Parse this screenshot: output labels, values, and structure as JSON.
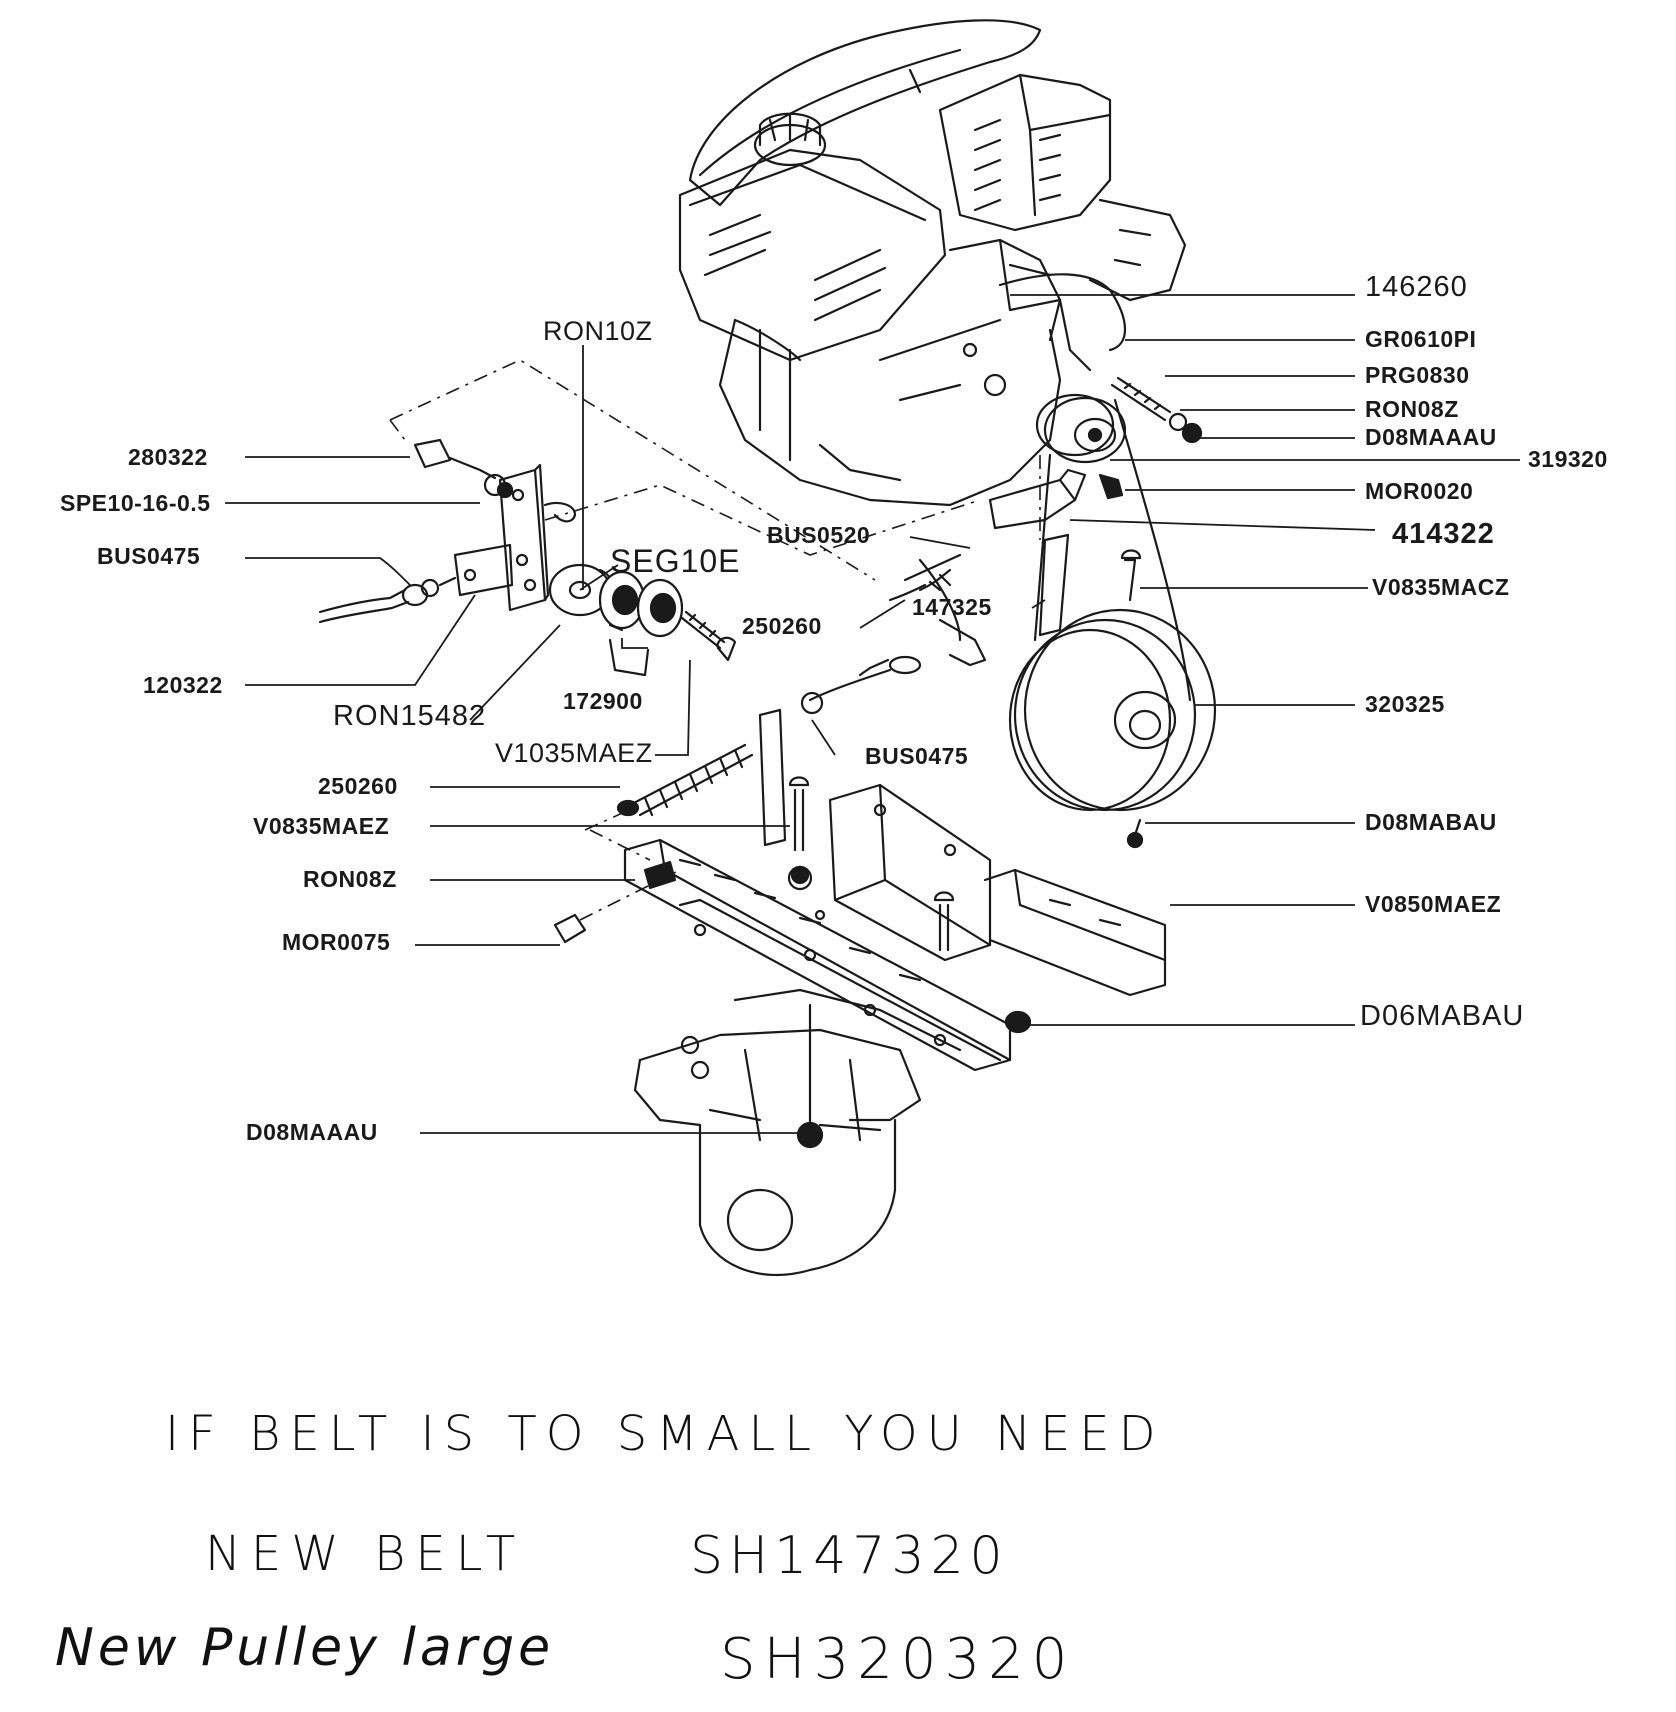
{
  "labels": {
    "l146260": "146260",
    "gr0610pi": "GR0610PI",
    "prg0830": "PRG0830",
    "ron08z_top": "RON08Z",
    "d08maaau_top": "D08MAAAU",
    "l319320": "319320",
    "mor0020": "MOR0020",
    "l414322": "414322",
    "v0835macz": "V0835MACZ",
    "l320325": "320325",
    "d08mabau": "D08MABAU",
    "v0850maez": "V0850MAEZ",
    "d06mabau": "D06MABAU",
    "ron10z": "RON10Z",
    "l280322": "280322",
    "spe10": "SPE10-16-0.5",
    "bus0475_left": "BUS0475",
    "seg10e": "SEG10E",
    "bus0520": "BUS0520",
    "l147325": "147325",
    "l250260_mid": "250260",
    "l120322": "120322",
    "l172900": "172900",
    "ron15482": "RON15482",
    "v1035maez": "V1035MAEZ",
    "bus0475_mid": "BUS0475",
    "l250260_low": "250260",
    "v0835maez": "V0835MAEZ",
    "ron08z_low": "RON08Z",
    "mor0075": "MOR0075",
    "d08maaau_low": "D08MAAAU"
  },
  "handwritten_note": {
    "line1": "IF BELT IS TO SMALL YOU NEED",
    "line2_label": "NEW BELT",
    "line2_code": "SH147320",
    "line3_label": "New Pulley large",
    "line3_code": "SH320320"
  }
}
